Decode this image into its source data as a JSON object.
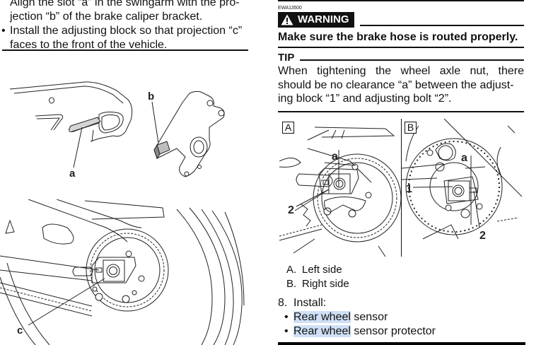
{
  "left_column": {
    "instructions": [
      {
        "bullet": "",
        "text": "Align the slot “a” in the swingarm with the pro-"
      },
      {
        "bullet": "",
        "text": "jection “b” of the brake caliper bracket."
      },
      {
        "bullet": "•",
        "text": "Install the adjusting block so that projection “c”"
      },
      {
        "bullet": "",
        "text": "faces to the front of the vehicle."
      }
    ],
    "figure_1": {
      "callouts": {
        "a": "a",
        "b": "b"
      },
      "parts": [
        "swingarm-slot",
        "brake-caliper-bracket-projection"
      ]
    },
    "figure_2": {
      "callouts": {
        "c": "c"
      },
      "parts": [
        "swingarm",
        "adjusting-block",
        "drive-chain",
        "rear-sprocket",
        "rear-wheel"
      ]
    }
  },
  "right_column": {
    "warning": {
      "code": "EWA13500",
      "icon": "warning-triangle-icon",
      "label": "WARNING",
      "text": "Make sure the brake hose is routed properly."
    },
    "tip": {
      "label": "TIP",
      "lines": [
        "When tightening the wheel axle nut, there",
        "should be no clearance “a” between the adjust-",
        "ing block “1” and adjusting bolt “2”."
      ]
    },
    "figures": {
      "panel_a": {
        "label": "A",
        "callouts": [
          "a",
          "2"
        ]
      },
      "panel_b": {
        "label": "B",
        "callouts": [
          "a",
          "1",
          "2"
        ]
      }
    },
    "legend": [
      {
        "key": "A.",
        "text": "Left side"
      },
      {
        "key": "B.",
        "text": "Right side"
      }
    ],
    "step": {
      "number": "8.",
      "text": "Install:",
      "items": [
        {
          "highlight": "Rear wheel",
          "rest": " sensor"
        },
        {
          "highlight": "Rear wheel",
          "rest": " sensor protector"
        }
      ]
    },
    "highlight_color": "#cfe0f6"
  }
}
